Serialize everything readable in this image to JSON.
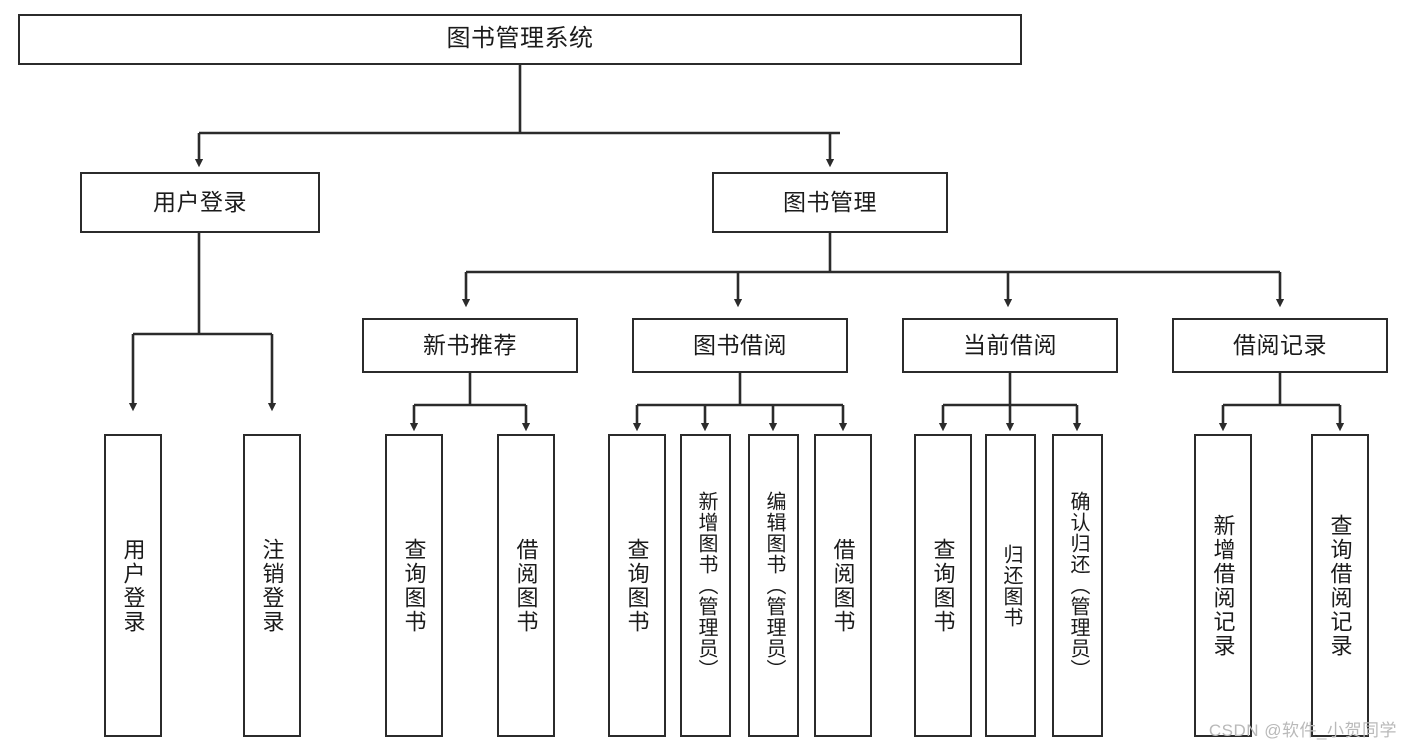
{
  "diagram": {
    "type": "hierarchy-tree",
    "title": "图书管理系统",
    "watermark": "CSDN @软件_小贺同学",
    "colors": {
      "box_border": "#2b2b2b",
      "connector": "#2b2b2b",
      "background": "#ffffff",
      "text": "#1b1b1b",
      "watermark": "#b9b9b9"
    },
    "nodes": {
      "root": {
        "label": "图书管理系统"
      },
      "level2": [
        {
          "label": "用户登录"
        },
        {
          "label": "图书管理"
        }
      ],
      "level3": [
        {
          "label": "新书推荐"
        },
        {
          "label": "图书借阅"
        },
        {
          "label": "当前借阅"
        },
        {
          "label": "借阅记录"
        }
      ],
      "leaves": {
        "user_login": [
          {
            "label": "用户登录"
          },
          {
            "label": "注销登录"
          }
        ],
        "new_book_recommend": [
          {
            "label": "查询图书"
          },
          {
            "label": "借阅图书"
          }
        ],
        "book_borrow": [
          {
            "label": "查询图书"
          },
          {
            "label": "新增图书（管理员）"
          },
          {
            "label": "编辑图书（管理员）"
          },
          {
            "label": "借阅图书"
          }
        ],
        "current_borrow": [
          {
            "label": "查询图书"
          },
          {
            "label": "归还图书"
          },
          {
            "label": "确认归还（管理员）"
          }
        ],
        "borrow_record": [
          {
            "label": "新增借阅记录"
          },
          {
            "label": "查询借阅记录"
          }
        ]
      }
    }
  }
}
